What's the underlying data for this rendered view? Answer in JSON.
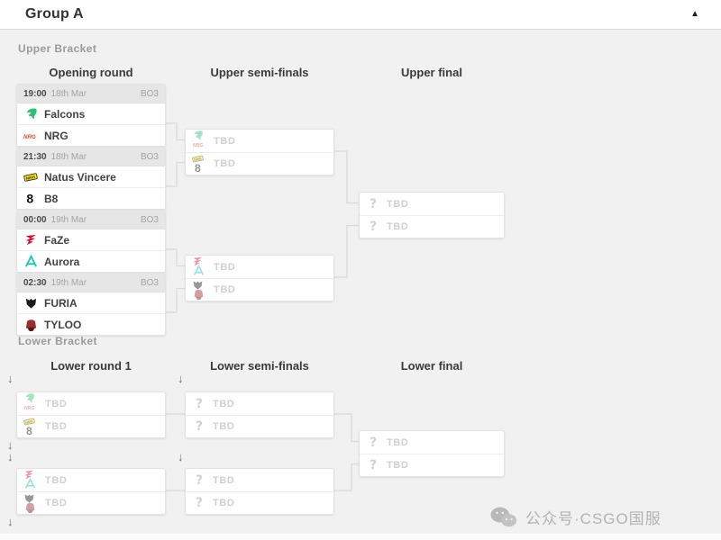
{
  "panel": {
    "title": "Group A"
  },
  "icons": {
    "collapse": "▲",
    "drop_arrow": "↓"
  },
  "upper": {
    "section_label": "Upper Bracket",
    "columns": [
      "Opening round",
      "Upper semi-finals",
      "Upper final"
    ],
    "opening": [
      {
        "time": "19:00",
        "date": "18th Mar",
        "format": "BO3",
        "teams": [
          {
            "name": "Falcons",
            "logo": "falcons-logo"
          },
          {
            "name": "NRG",
            "logo": "nrg-logo"
          }
        ]
      },
      {
        "time": "21:30",
        "date": "18th Mar",
        "format": "BO3",
        "teams": [
          {
            "name": "Natus Vincere",
            "logo": "navi-logo"
          },
          {
            "name": "B8",
            "logo": "b8-logo"
          }
        ]
      },
      {
        "time": "00:00",
        "date": "19th Mar",
        "format": "BO3",
        "teams": [
          {
            "name": "FaZe",
            "logo": "faze-logo"
          },
          {
            "name": "Aurora",
            "logo": "aurora-logo"
          }
        ]
      },
      {
        "time": "02:30",
        "date": "19th Mar",
        "format": "BO3",
        "teams": [
          {
            "name": "FURIA",
            "logo": "furia-logo"
          },
          {
            "name": "TYLOO",
            "logo": "tyloo-logo"
          }
        ]
      }
    ],
    "semifinals": [
      {
        "rows": [
          {
            "label": "TBD",
            "logos": [
              "falcons-logo",
              "nrg-logo"
            ]
          },
          {
            "label": "TBD",
            "logos": [
              "navi-logo",
              "b8-logo"
            ]
          }
        ]
      },
      {
        "rows": [
          {
            "label": "TBD",
            "logos": [
              "faze-logo",
              "aurora-logo"
            ]
          },
          {
            "label": "TBD",
            "logos": [
              "furia-logo",
              "tyloo-logo"
            ]
          }
        ]
      }
    ],
    "final": {
      "rows": [
        {
          "label": "TBD",
          "logo": "question-icon"
        },
        {
          "label": "TBD",
          "logo": "question-icon"
        }
      ]
    }
  },
  "lower": {
    "section_label": "Lower Bracket",
    "columns": [
      "Lower round 1",
      "Lower semi-finals",
      "Lower final"
    ],
    "round1": [
      {
        "rows": [
          {
            "label": "TBD",
            "logos": [
              "falcons-logo",
              "nrg-logo"
            ]
          },
          {
            "label": "TBD",
            "logos": [
              "navi-logo",
              "b8-logo"
            ]
          }
        ]
      },
      {
        "rows": [
          {
            "label": "TBD",
            "logos": [
              "faze-logo",
              "aurora-logo"
            ]
          },
          {
            "label": "TBD",
            "logos": [
              "furia-logo",
              "tyloo-logo"
            ]
          }
        ]
      }
    ],
    "semifinals": [
      {
        "rows": [
          {
            "label": "TBD",
            "logo": "question-icon"
          },
          {
            "label": "TBD",
            "logo": "question-icon"
          }
        ]
      },
      {
        "rows": [
          {
            "label": "TBD",
            "logo": "question-icon"
          },
          {
            "label": "TBD",
            "logo": "question-icon"
          }
        ]
      }
    ],
    "final": {
      "rows": [
        {
          "label": "TBD",
          "logo": "question-icon"
        },
        {
          "label": "TBD",
          "logo": "question-icon"
        }
      ]
    }
  },
  "watermark": {
    "text": "公众号·CSGO国服",
    "icon": "wechat-icon"
  },
  "colors": {
    "page_bg": "#f1f1f2",
    "card_bg": "#ffffff",
    "card_border": "#e3e3e3",
    "card_header_bg": "#e6e6e6",
    "text": "#3a3a3a",
    "muted": "#9e9e9e",
    "tbd_text": "#ccd1d5",
    "connector": "#d9d9d9",
    "falcons": "#2fbf71",
    "nrg": "#e8452c",
    "navi": "#ffee00",
    "faze": "#e4002b",
    "aurora": "#16c6b7",
    "furia": "#1b1b1b",
    "tyloo": "#9b2d35",
    "watermark": "#b3b3b3"
  }
}
